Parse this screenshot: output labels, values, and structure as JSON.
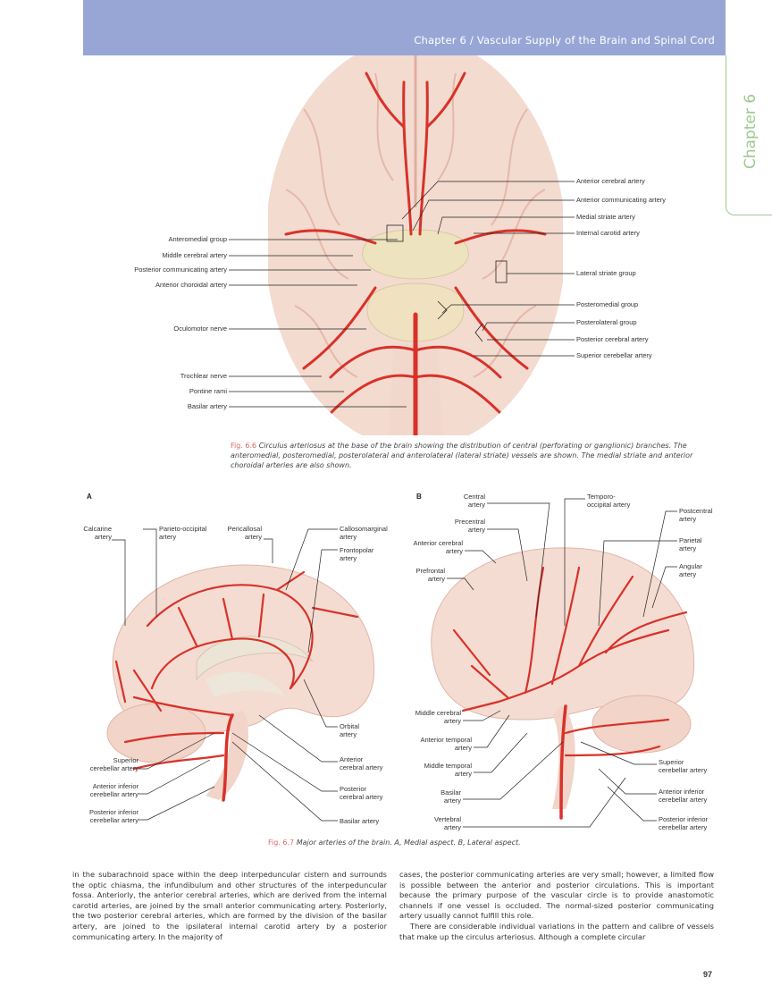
{
  "header": {
    "title": "Chapter 6 / Vascular Supply of the Brain and Spinal Cord",
    "chapter_tab": "Chapter 6"
  },
  "fig66": {
    "left_labels": [
      "Anteromedial group",
      "Middle cerebral artery",
      "Posterior communicating artery",
      "Anterior choroidal artery",
      "Oculomotor nerve",
      "Trochlear nerve",
      "Pontine rami",
      "Basilar artery"
    ],
    "right_labels": [
      "Anterior cerebral artery",
      "Anterior communicating artery",
      "Medial striate artery",
      "Internal carotid artery",
      "Lateral striate group",
      "Posteromedial group",
      "Posterolateral group",
      "Posterior cerebral artery",
      "Superior cerebellar artery"
    ],
    "caption_num": "Fig. 6.6",
    "caption_text": "Circulus arteriosus at the base of the brain showing the distribution of central (perforating or ganglionic) branches. The anteromedial, posteromedial, posterolateral and anterolateral (lateral striate) vessels are shown. The medial striate and anterior choroidal arteries are also shown."
  },
  "fig67": {
    "panel_a": "A",
    "panel_b": "B",
    "a_labels": {
      "calcarine": "Calcarine\nartery",
      "parieto": "Parieto-occipital\nartery",
      "pericallosal": "Pericallosal\nartery",
      "callosomarginal": "Callosomarginal\nartery",
      "frontopolar": "Frontopolar\nartery",
      "orbital": "Orbital\nartery",
      "ant_cerebral": "Anterior\ncerebral artery",
      "post_cerebral": "Posterior\ncerebral artery",
      "basilar": "Basilar artery",
      "sup_cereb": "Superior\ncerebellar artery",
      "aica": "Anterior inferior\ncerebellar artery",
      "pica": "Posterior inferior\ncerebellar artery"
    },
    "b_labels": {
      "central": "Central\nartery",
      "temporo": "Temporo-\noccipital artery",
      "postcentral": "Postcentral\nartery",
      "precentral": "Precentral\nartery",
      "parietal": "Parietal\nartery",
      "ant_cerebral": "Anterior cerebral\nartery",
      "angular": "Angular\nartery",
      "prefrontal": "Prefrontal\nartery",
      "middle_cerebral": "Middle cerebral\nartery",
      "ant_temporal": "Anterior temporal\nartery",
      "mid_temporal": "Middle temporal\nartery",
      "sup_cereb": "Superior\ncerebellar artery",
      "basilar": "Basilar\nartery",
      "aica": "Anterior inferior\ncerebellar artery",
      "vertebral": "Vertebral\nartery",
      "pica": "Posterior inferior\ncerebellar artery"
    },
    "caption_num": "Fig. 6.7",
    "caption_text": "Major arteries of the brain. A, Medial aspect. B, Lateral aspect."
  },
  "body": {
    "left": "in the subarachnoid space within the deep interpeduncular cistern and surrounds the optic chiasma, the infundibulum and other structures of the interpeduncular fossa. Anteriorly, the anterior cerebral arteries, which are derived from the internal carotid arteries, are joined by the small anterior communicating artery. Posteriorly, the two posterior cerebral arteries, which are formed by the division of the basilar artery, are joined to the ipsilateral internal carotid artery by a posterior communicating artery. In the majority of",
    "right_p1": "cases, the posterior communicating arteries are very small; however, a limited flow is possible between the anterior and posterior circulations. This is important because the primary purpose of the vascular circle is to provide anastomotic channels if one vessel is occluded. The normal-sized posterior communicating artery usually cannot fulfill this role.",
    "right_p2": "There are considerable individual variations in the pattern and calibre of vessels that make up the circulus arteriosus. Although a complete circular"
  },
  "page_number": "97",
  "colors": {
    "header": "#98a6d6",
    "tab": "#9ec98f",
    "artery": "#d8322a",
    "tissue": "#f4dcd2"
  }
}
